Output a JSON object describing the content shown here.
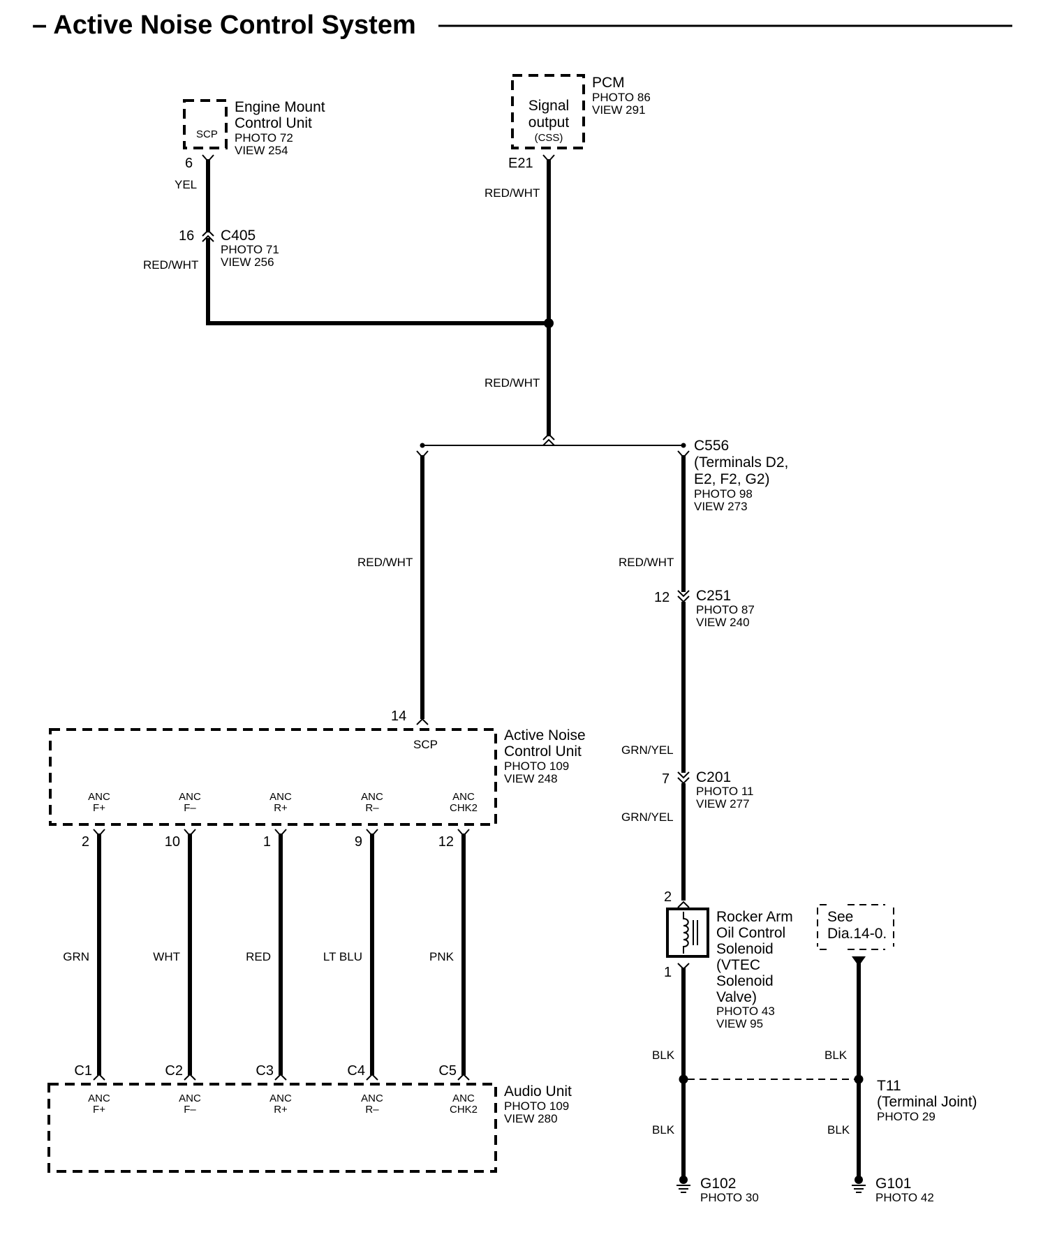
{
  "title": "– Active Noise Control System",
  "pcm": {
    "name": "PCM",
    "photo": "PHOTO 86",
    "view": "VIEW 291",
    "inner1": "Signal",
    "inner2": "output",
    "inner3": "(CSS)",
    "pin": "E21",
    "wire": "RED/WHT"
  },
  "emcu": {
    "name1": "Engine Mount",
    "name2": "Control Unit",
    "photo": "PHOTO 72",
    "view": "VIEW 254",
    "inner": "SCP",
    "pin": "6",
    "wire": "YEL"
  },
  "c405": {
    "name": "C405",
    "pin": "16",
    "photo": "PHOTO 71",
    "view": "VIEW 256",
    "wire": "RED/WHT"
  },
  "splice_wire": "RED/WHT",
  "c556": {
    "name": "C556",
    "line1": "(Terminals D2,",
    "line2": "E2, F2, G2)",
    "photo": "PHOTO 98",
    "view": "VIEW 273"
  },
  "left_branch_wire": "RED/WHT",
  "right_branch_wire": "RED/WHT",
  "c251": {
    "name": "C251",
    "pin": "12",
    "photo": "PHOTO 87",
    "view": "VIEW 240"
  },
  "c201": {
    "name": "C201",
    "pin": "7",
    "photo": "PHOTO 11",
    "view": "VIEW 277",
    "wire_above": "GRN/YEL",
    "wire_below": "GRN/YEL"
  },
  "anc_unit": {
    "name1": "Active Noise",
    "name2": "Control Unit",
    "photo": "PHOTO 109",
    "view": "VIEW 248",
    "scp_pin": "14",
    "scp_label": "SCP",
    "terminals": [
      {
        "l1": "ANC",
        "l2": "F+",
        "pin": "2",
        "wire": "GRN",
        "aconn": "C1"
      },
      {
        "l1": "ANC",
        "l2": "F–",
        "pin": "10",
        "wire": "WHT",
        "aconn": "C2"
      },
      {
        "l1": "ANC",
        "l2": "R+",
        "pin": "1",
        "wire": "RED",
        "aconn": "C3"
      },
      {
        "l1": "ANC",
        "l2": "R–",
        "pin": "9",
        "wire": "LT BLU",
        "aconn": "C4"
      },
      {
        "l1": "ANC",
        "l2": "CHK2",
        "pin": "12",
        "wire": "PNK",
        "aconn": "C5"
      }
    ]
  },
  "audio_unit": {
    "name": "Audio Unit",
    "photo": "PHOTO 109",
    "view": "VIEW 280"
  },
  "solenoid": {
    "pin_top": "2",
    "pin_bottom": "1",
    "name1": "Rocker Arm",
    "name2": "Oil Control",
    "name3": "Solenoid",
    "name4": "(VTEC",
    "name5": "Solenoid",
    "name6": "Valve)",
    "photo": "PHOTO 43",
    "view": "VIEW 95"
  },
  "see": {
    "line1": "See",
    "line2": "Dia.14-0."
  },
  "ground": {
    "wire_left_top": "BLK",
    "wire_right_top": "BLK",
    "wire_left_bottom": "BLK",
    "wire_right_bottom": "BLK",
    "t11_name": "T11",
    "t11_desc": "(Terminal Joint)",
    "t11_photo": "PHOTO 29",
    "g102": "G102",
    "g102_photo": "PHOTO 30",
    "g101": "G101",
    "g101_photo": "PHOTO 42"
  }
}
